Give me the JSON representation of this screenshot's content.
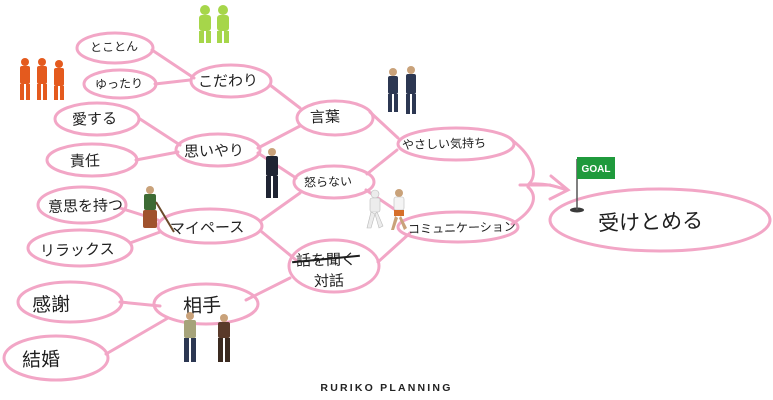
{
  "colors": {
    "ring": "#f2a6c6",
    "ink": "#1e1e1e",
    "flag_green": "#1f9a3c",
    "flag_text": "#ffffff"
  },
  "nodes": {
    "tokoton": "とことん",
    "yuttari": "ゆったり",
    "kodawari": "こだわり",
    "ai_suru": "愛する",
    "kotoba": "言葉",
    "yasashii": "やさしい気持ち",
    "omoiyari": "思いやり",
    "sekinin": "責任",
    "okoranai": "怒らない",
    "ishi": "意思を持つ",
    "mypace": "マイペース",
    "communication": "コミュニケーション",
    "relax": "リラックス",
    "hanashi": "話を聞く",
    "taiwa": "対話",
    "kansha": "感謝",
    "aite": "相手",
    "kekkon": "結婚",
    "goal": "受けとめる"
  },
  "flag_label": "GOAL",
  "footer": "RURIKO PLANNING",
  "icons": [
    "worker-figures-icon",
    "hazmat-figures-icon",
    "businessman-figures-icon",
    "businessman-figure-icon",
    "sweeper-figure-icon",
    "runner-figures-icon",
    "couple-figures-icon",
    "goal-flag-icon"
  ]
}
